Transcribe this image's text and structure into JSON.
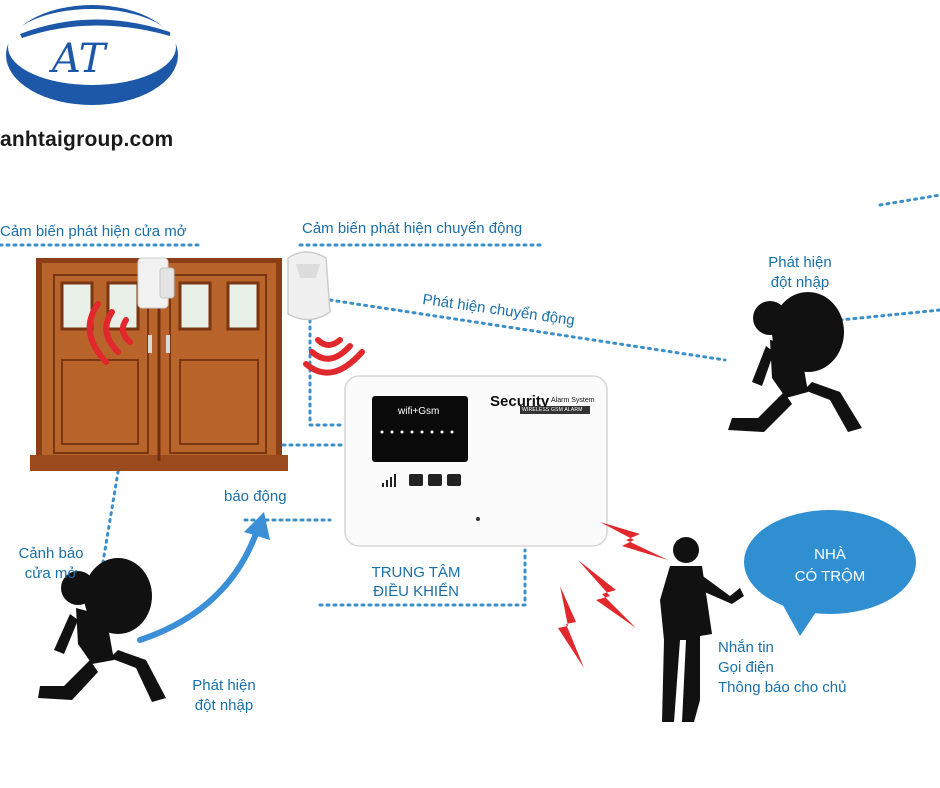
{
  "brand": {
    "website": "anhtaigroup.com",
    "colors": {
      "logo_blue": "#1c57a8",
      "label_blue": "#1a6fa8",
      "alarm_red": "#e0282d",
      "arrow_blue": "#3a8fd6"
    }
  },
  "labels": {
    "door_sensor": "Cảm biến phát hiện cửa mở",
    "motion_sensor": "Cảm biến phát hiện chuyển động",
    "motion_detected": "Phát hiện chuyển động",
    "intrusion_right_line1": "Phát hiện",
    "intrusion_right_line2": "đột nhập",
    "alarm": "báo động",
    "door_warning_line1": "Cảnh báo",
    "door_warning_line2": "cửa mở",
    "intrusion_left_line1": "Phát hiện",
    "intrusion_left_line2": "đột nhập",
    "control_center_line1": "TRUNG TÂM",
    "control_center_line2": "ĐIỀU KHIỂN",
    "notify_line1": "Nhắn tin",
    "notify_line2": "Gọi điện",
    "notify_line3": "Thông báo cho chủ"
  },
  "device": {
    "brand": "Security",
    "subtitle": "Alarm System",
    "model_strip": "WIRELESS GSM ALARM",
    "screen_text": "wifi+Gsm"
  },
  "bubble": {
    "line1": "NHÀ",
    "line2": "CÓ TRỘM"
  }
}
